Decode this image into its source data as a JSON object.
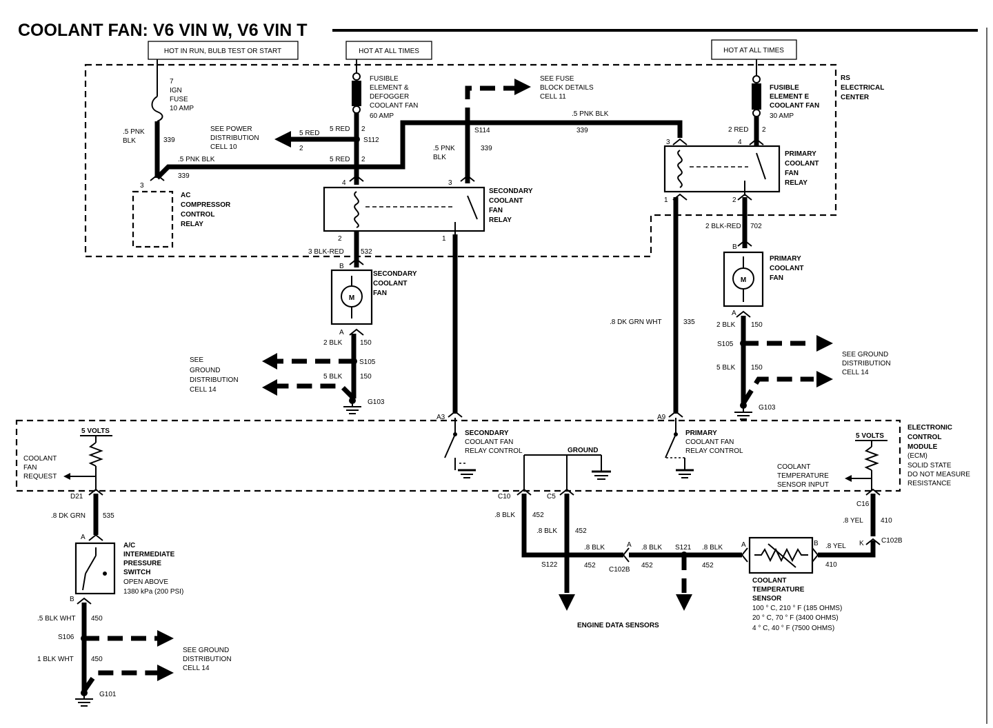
{
  "title": "COOLANT FAN: V6 VIN W, V6 VIN T",
  "power_labels": {
    "run": "HOT IN RUN, BULB TEST OR START",
    "always1": "HOT AT ALL TIMES",
    "always2": "HOT AT ALL TIMES"
  },
  "ign_fuse": {
    "l1": "7",
    "l2": "IGN",
    "l3": "FUSE",
    "l4": "10 AMP"
  },
  "fusible_defog": {
    "l1": "FUSIBLE",
    "l2": "ELEMENT &",
    "l3": "DEFOGGER",
    "l4": "COOLANT FAN",
    "l5": "60 AMP"
  },
  "fusible_fan": {
    "l1": "FUSIBLE",
    "l2": "ELEMENT E",
    "l3": "COOLANT FAN",
    "l4": "30 AMP"
  },
  "see_fuse": {
    "l1": "SEE FUSE",
    "l2": "BLOCK DETAILS",
    "l3": "CELL 11"
  },
  "see_power": {
    "l1": "SEE POWER",
    "l2": "DISTRIBUTION",
    "l3": "CELL 10"
  },
  "rs_center": {
    "l1": "RS",
    "l2": "ELECTRICAL",
    "l3": "CENTER"
  },
  "ac_relay": {
    "l1": "AC",
    "l2": "COMPRESSOR",
    "l3": "CONTROL",
    "l4": "RELAY"
  },
  "sec_relay": {
    "l1": "SECONDARY",
    "l2": "COOLANT",
    "l3": "FAN",
    "l4": "RELAY"
  },
  "pri_relay": {
    "l1": "PRIMARY",
    "l2": "COOLANT",
    "l3": "FAN",
    "l4": "RELAY"
  },
  "sec_fan": {
    "l1": "SECONDARY",
    "l2": "COOLANT",
    "l3": "FAN"
  },
  "pri_fan": {
    "l1": "PRIMARY",
    "l2": "COOLANT",
    "l3": "FAN"
  },
  "motor": "M",
  "wires": {
    "pnk_blk_339": ".5 PNK BLK",
    "pnk_blk_339b": ".5 PNK BLK",
    "pnk_blk_339c": ".5 PNK BLK",
    "pnk_blk_339d": ".5 PNK BLK",
    "pnk": ".5 PNK",
    "blk": "BLK",
    "pnk2": ".5 PNK",
    "blk2": "BLK",
    "c339": "339",
    "red5_top": "5 RED",
    "red5_left": "5 RED",
    "red5_bot": "5 RED",
    "red2_fan": "2 RED",
    "c2": "2",
    "blkred3": "3 BLK-RED",
    "c532": "532",
    "blkred2": "2 BLK-RED",
    "c702": "702",
    "blk2_a": "2 BLK",
    "blk5_a": "5 BLK",
    "blk2_b": "2 BLK",
    "blk5_b": "5 BLK",
    "c150": "150",
    "dkgrnwht": ".8 DK GRN WHT",
    "c335": "335",
    "dkgrn": ".8 DK GRN",
    "c535": "535",
    "blk8": ".8 BLK",
    "c452": "452",
    "yel8": ".8 YEL",
    "c410": "410",
    "blkwht5": ".5 BLK WHT",
    "blkwht1": "1 BLK WHT",
    "c450": "450"
  },
  "splices": {
    "s112": "S112",
    "s114": "S114",
    "s105a": "S105",
    "s105b": "S105",
    "s106": "S106",
    "s121": "S121",
    "s122": "S122"
  },
  "grounds": {
    "g103a": "G103",
    "g103b": "G103",
    "g101": "G101"
  },
  "see_ground": {
    "l1": "SEE",
    "l2": "GROUND",
    "l3": "DISTRIBUTION",
    "l4": "CELL 14",
    "r1": "SEE GROUND",
    "r2": "DISTRIBUTION",
    "r3": "CELL 14"
  },
  "ecm": {
    "v5a": "5 VOLTS",
    "v5b": "5 VOLTS",
    "req1": "COOLANT",
    "req2": "FAN",
    "req3": "REQUEST",
    "sec1": "SECONDARY",
    "sec2": "COOLANT FAN",
    "sec3": "RELAY CONTROL",
    "pri1": "PRIMARY",
    "pri2": "COOLANT FAN",
    "pri3": "RELAY CONTROL",
    "gnd": "GROUND",
    "cts1": "COOLANT",
    "cts2": "TEMPERATURE",
    "cts3": "SENSOR INPUT",
    "name1": "ELECTRONIC",
    "name2": "CONTROL",
    "name3": "MODULE",
    "name4": "(ECM)",
    "name5": "SOLID STATE",
    "name6": "DO NOT MEASURE",
    "name7": "RESISTANCE"
  },
  "pins": {
    "a3": "A3",
    "a9": "A9",
    "d21": "D21",
    "c10": "C10",
    "c5": "C5",
    "c16": "C16",
    "c102a": "C102B",
    "c102b": "C102B",
    "k": "K",
    "p3": "3",
    "p4": "4",
    "p1": "1",
    "p2": "2",
    "pA": "A",
    "pB": "B"
  },
  "ac_switch": {
    "l1": "A/C",
    "l2": "INTERMEDIATE",
    "l3": "PRESSURE",
    "l4": "SWITCH",
    "l5": "OPEN ABOVE",
    "l6": "1380 kPa (200 PSI)"
  },
  "cts": {
    "l1": "COOLANT",
    "l2": "TEMPERATURE",
    "l3": "SENSOR",
    "v1": "100 ° C, 210 ° F (185 OHMS)",
    "v2": "20 ° C, 70 ° F (3400 OHMS)",
    "v3": "4 ° C, 40 ° F (7500 OHMS)"
  },
  "engine_data": "ENGINE DATA SENSORS"
}
